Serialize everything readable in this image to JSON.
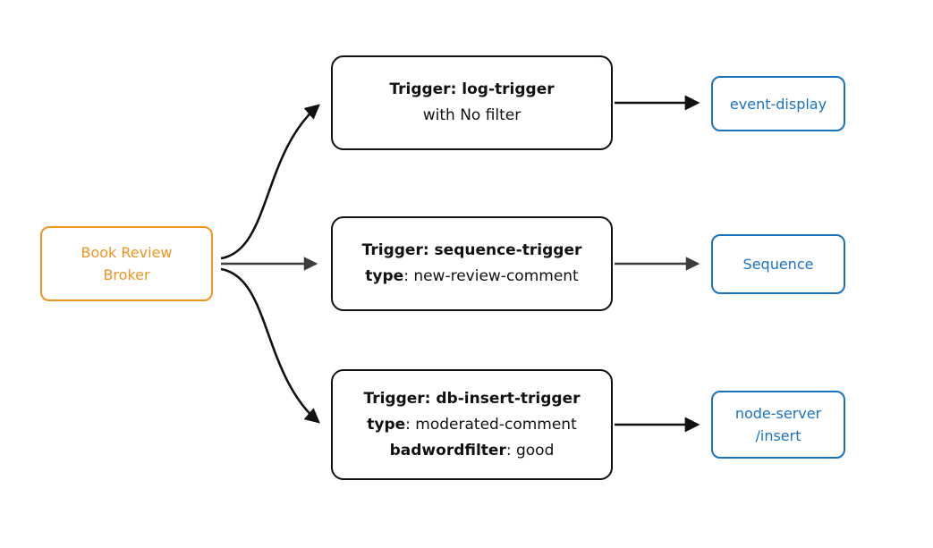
{
  "diagram": {
    "broker": {
      "line1": "Book Review",
      "line2": "Broker"
    },
    "triggers": [
      {
        "title": "Trigger: log-trigger",
        "filter_line": "with No filter"
      },
      {
        "title": "Trigger: sequence-trigger",
        "type_label": "type",
        "type_value": ": new-review-comment"
      },
      {
        "title": "Trigger: db-insert-trigger",
        "type_label": "type",
        "type_value": ": moderated-comment",
        "filter_label": "badwordfilter",
        "filter_value": ": good"
      }
    ],
    "sinks": [
      {
        "label": "event-display"
      },
      {
        "label": "Sequence"
      },
      {
        "label_line1": "node-server",
        "label_line2": "/insert"
      }
    ],
    "colors": {
      "broker_orange": "#f0941f",
      "sink_blue": "#1a73c1",
      "trigger_black": "#111111",
      "arrow_black": "#111111",
      "arrow_gray": "#3d3d3d"
    }
  }
}
